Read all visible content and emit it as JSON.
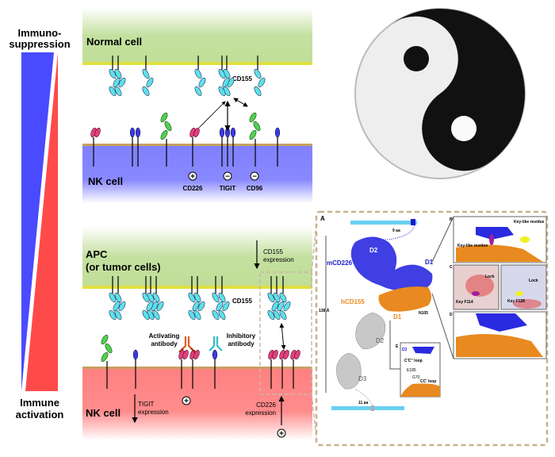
{
  "gradient_bar": {
    "top_label_1": "Immuno-",
    "top_label_2": "suppression",
    "bottom_label_1": "Immune",
    "bottom_label_2": "activation",
    "colors": {
      "suppression": "#4a4aff",
      "activation": "#ff4a4a"
    }
  },
  "top_panel": {
    "normal_cell_label": "Normal cell",
    "nk_cell_label": "NK cell",
    "cd155_label": "CD155",
    "receptors": [
      {
        "label": "CD226",
        "sign": "+"
      },
      {
        "label": "TIGIT",
        "sign": "−"
      },
      {
        "label": "CD96",
        "sign": "−"
      }
    ],
    "colors": {
      "normal_cell": "#c4e0a0",
      "nk_cell": "#8080ff",
      "cd155": "#5ee0e8",
      "cd226": "#e0407a",
      "tigit": "#3a3ae0",
      "cd96": "#50d050"
    }
  },
  "bottom_panel": {
    "apc_label_1": "APC",
    "apc_label_2": "(or tumor cells)",
    "nk_cell_label": "NK cell",
    "cd155_label": "CD155",
    "cd155_expression_1": "CD155",
    "cd155_expression_2": "expression",
    "activating_1": "Activating",
    "activating_2": "antibody",
    "inhibitory_1": "Inhibitory",
    "inhibitory_2": "antibody",
    "tigit_expression_1": "TIGIT",
    "tigit_expression_2": "expression",
    "cd226_expression_1": "CD226",
    "cd226_expression_2": "expression",
    "plus_sign": "+",
    "colors": {
      "apc": "#c4e0a0",
      "nk_cell": "#ff8080",
      "activating_antibody": "#e05a20",
      "inhibitory_antibody": "#30c0c8"
    }
  },
  "structure_panel": {
    "panel_a": "A",
    "panel_b": "B",
    "panel_c": "C",
    "panel_d": "D",
    "panel_e": "E",
    "linker_top": "9 aa",
    "linker_bottom": "11 aa",
    "length": "138 Å",
    "mcd226": "mCD226",
    "hcd155": "hCD155",
    "mcd226_d2": "D2",
    "mcd226_d1": "D1",
    "hcd155_d1": "D1",
    "hcd155_d2": "D2",
    "hcd155_d3": "D3",
    "n105": "N105",
    "e_d2": "D2",
    "ccc_loop": "C'C'' loop",
    "cc_loop": "CC' loop",
    "e185": "E185",
    "g70": "G70",
    "key_like_1": "Key-like residue",
    "key_like_2": "Key-like residue",
    "lock_1": "Lock",
    "lock_2": "Lock",
    "key_f114": "Key F114",
    "key_f128": "Key F128",
    "colors": {
      "cd226": "#1a1ad0",
      "cd155": "#e88a20",
      "d2d3": "#c8c8c8",
      "frame": "#c8b090"
    }
  },
  "yin_yang": {
    "colors": {
      "dark": "#111111",
      "light": "#f2f2f2"
    }
  }
}
